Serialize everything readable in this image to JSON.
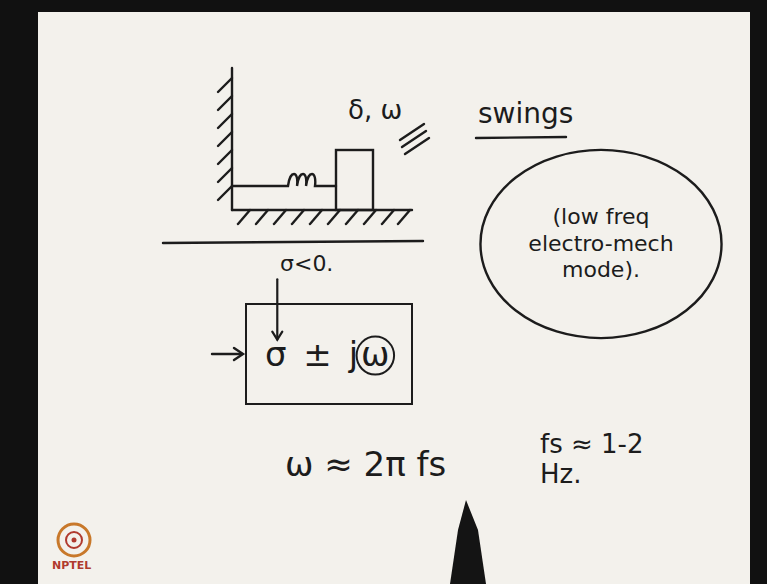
{
  "diagram": {
    "nodes": [
      {
        "text": [
          "(low freq electro-mech mode)."
        ]
      },
      {
        "text": [
          "σ ± jω"
        ]
      }
    ],
    "labels": [
      "δ, ω",
      "swings",
      "σ<0.",
      "ω ≈ 2π fs",
      "fs ≈ 1-2 Hz.",
      "NPTEL"
    ]
  }
}
